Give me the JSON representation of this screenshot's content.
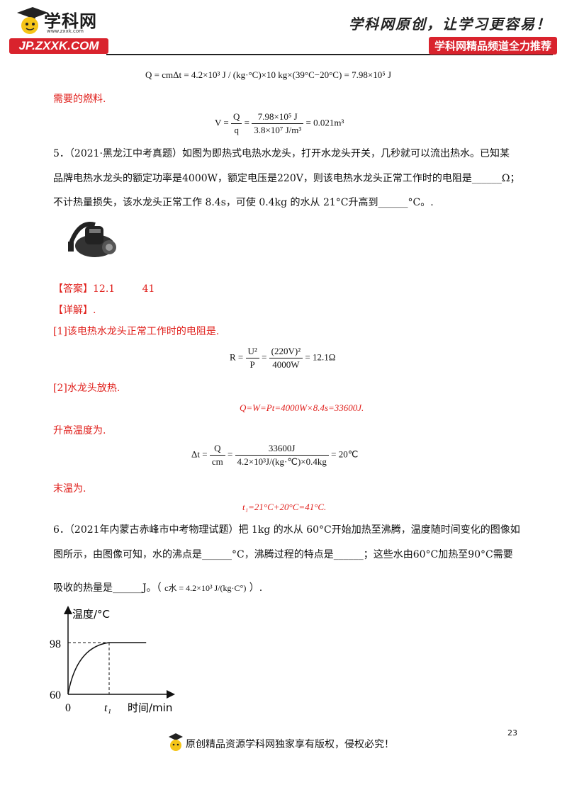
{
  "header": {
    "logo_text": "学科网",
    "logo_sub": "www.zxxk.com",
    "logo_banner": "JP.ZXXK.COM",
    "slogan": "学科网原创，让学习更容易！",
    "tag": "学科网精品频道全力推荐"
  },
  "top": {
    "q_formula": "Q = cmΔt = 4.2×10³ J / (kg·°C)×10 kg×(39°C−20°C) = 7.98×10⁵ J",
    "fuel_label": "需要的燃料.",
    "v_left": "V =",
    "v_num1": "Q",
    "v_den1": "q",
    "v_num2": "7.98×10⁵ J",
    "v_den2": "3.8×10⁷ J/m³",
    "v_result": "= 0.021m³"
  },
  "q5": {
    "line1": "5．（2021·黑龙江中考真题）如图为即热式电热水龙头，打开水龙头开关，几秒就可以流出热水。已知某",
    "line2": "品牌电热水龙头的额定功率是4000W，额定电压是220V，则该电热水龙头正常工作时的电阻是______Ω；",
    "line3": "不计热量损失，该水龙头正常工作 8.4s，可使 0.4kg 的水从 21°C升高到______°C。.",
    "answer_label": "【答案】12.1",
    "answer_2": "41",
    "detail_label": "【详解】.",
    "step1": "[1]该电热水龙头正常工作时的电阻是.",
    "r_left": "R =",
    "r_num1": "U²",
    "r_den1": "P",
    "r_num2": "(220V)²",
    "r_den2": "4000W",
    "r_result": "= 12.1Ω",
    "step2": "[2]水龙头放热.",
    "q_eq": "Q=W=Pt=4000W×8.4s=33600J.",
    "step3": "升高温度为.",
    "dt_left": "Δt =",
    "dt_num1": "Q",
    "dt_den1": "cm",
    "dt_num2": "33600J",
    "dt_den2": "4.2×10³J/(kg·℃)×0.4kg",
    "dt_result": "= 20℃",
    "step4": "末温为.",
    "t1_eq": "t₁=21°C+20°C=41°C."
  },
  "q6": {
    "line1": "6．（2021年内蒙古赤峰市中考物理试题）把 1kg 的水从 60°C开始加热至沸腾，温度随时间变化的图像如",
    "line2": "图所示，由图像可知，水的沸点是______°C，沸腾过程的特点是______；这些水由60°C加热至90°C需要",
    "line3a": "吸收的热量是______J。（",
    "c_formula": "c水 = 4.2×10³ J/(kg·C°)",
    "line3b": "）."
  },
  "chart_data": {
    "type": "line",
    "ylabel": "温度/°C",
    "xlabel": "时间/min",
    "y_ticks": [
      "98",
      "60"
    ],
    "x_ticks": [
      "0",
      "t₁"
    ],
    "series": [
      {
        "points": [
          [
            0,
            60
          ],
          [
            1,
            98
          ],
          [
            1.9,
            98
          ]
        ]
      }
    ]
  },
  "footer": {
    "text": "原创精品资源学科网独家享有版权，侵权必究！",
    "page_number": "23"
  }
}
